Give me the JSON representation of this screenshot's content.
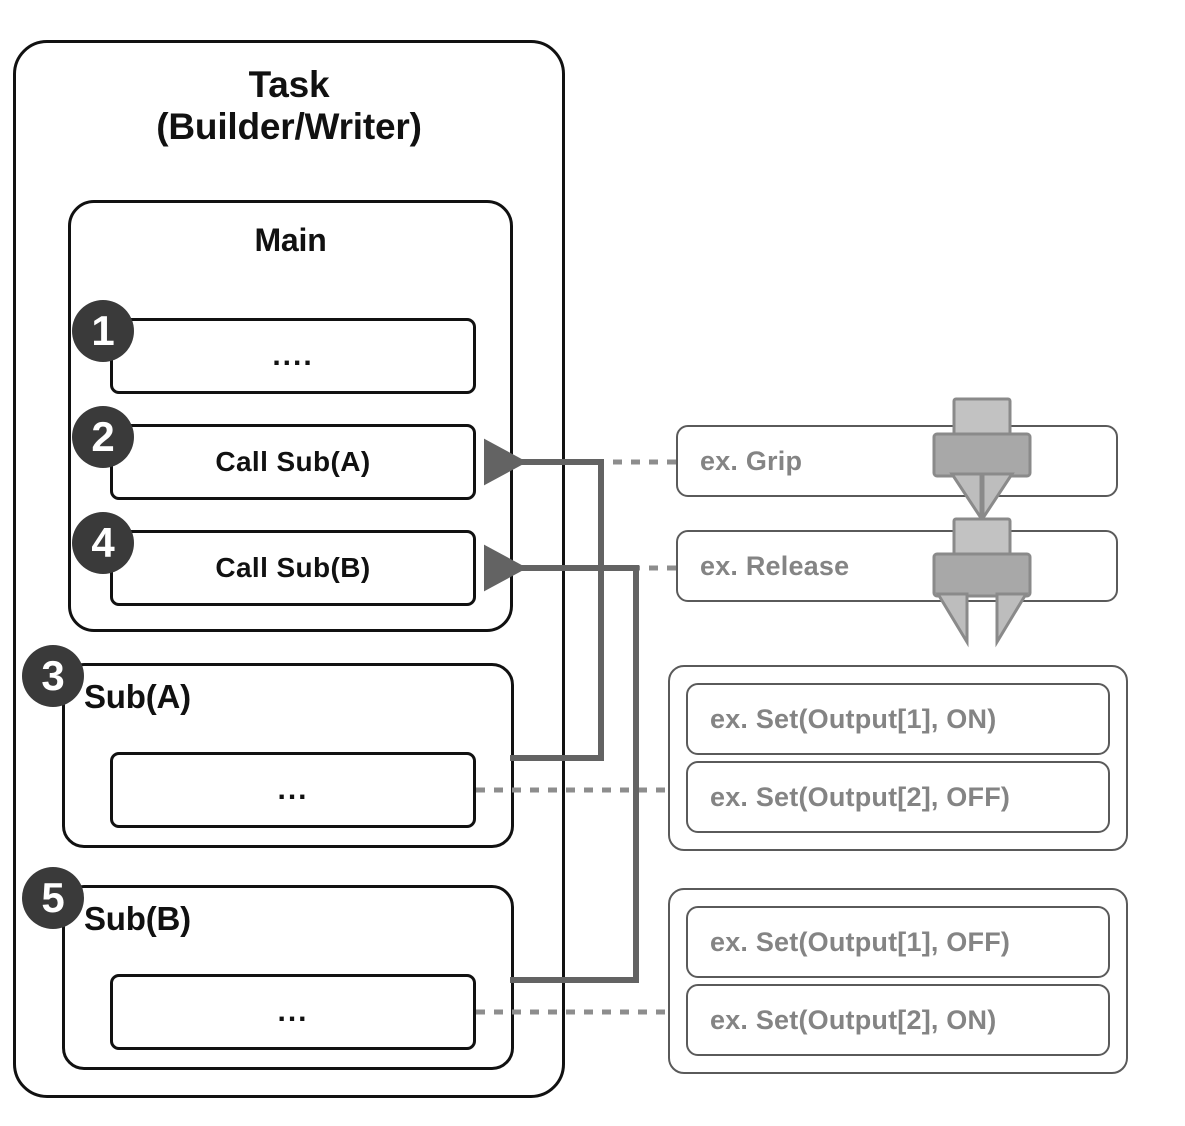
{
  "diagram": {
    "title_line1": "Task",
    "title_line2": "(Builder/Writer)"
  },
  "task": {
    "label": "Task\n(Builder/Writer)",
    "main": {
      "label": "Main",
      "statements": [
        {
          "step": "1",
          "text": "...."
        },
        {
          "step": "2",
          "text": "Call  Sub(A)"
        },
        {
          "step": "4",
          "text": "Call  Sub(B)"
        }
      ]
    },
    "subroutines": [
      {
        "step": "3",
        "label": "Sub(A)",
        "body": "..."
      },
      {
        "step": "5",
        "label": "Sub(B)",
        "body": "..."
      }
    ]
  },
  "examples": {
    "motion": [
      {
        "label": "ex. Grip",
        "icon": "gripper-closed-icon"
      },
      {
        "label": "ex. Release",
        "icon": "gripper-open-icon"
      }
    ],
    "groups": [
      {
        "name": "sub-a-outputs",
        "items": [
          {
            "label": "ex. Set(Output[1], ON)"
          },
          {
            "label": "ex. Set(Output[2], OFF)"
          }
        ]
      },
      {
        "name": "sub-b-outputs",
        "items": [
          {
            "label": "ex. Set(Output[1], OFF)"
          },
          {
            "label": "ex. Set(Output[2], ON)"
          }
        ]
      }
    ]
  },
  "colors": {
    "outline_dark": "#111111",
    "outline_gray": "#5a5a5a",
    "badge_fill": "#3a3a3a",
    "badge_text": "#ffffff",
    "example_text": "#848484",
    "connector": "#636363",
    "gripper_fill": "#a8a8a8",
    "gripper_light": "#c2c2c2",
    "gripper_stroke": "#8a8a8a"
  }
}
